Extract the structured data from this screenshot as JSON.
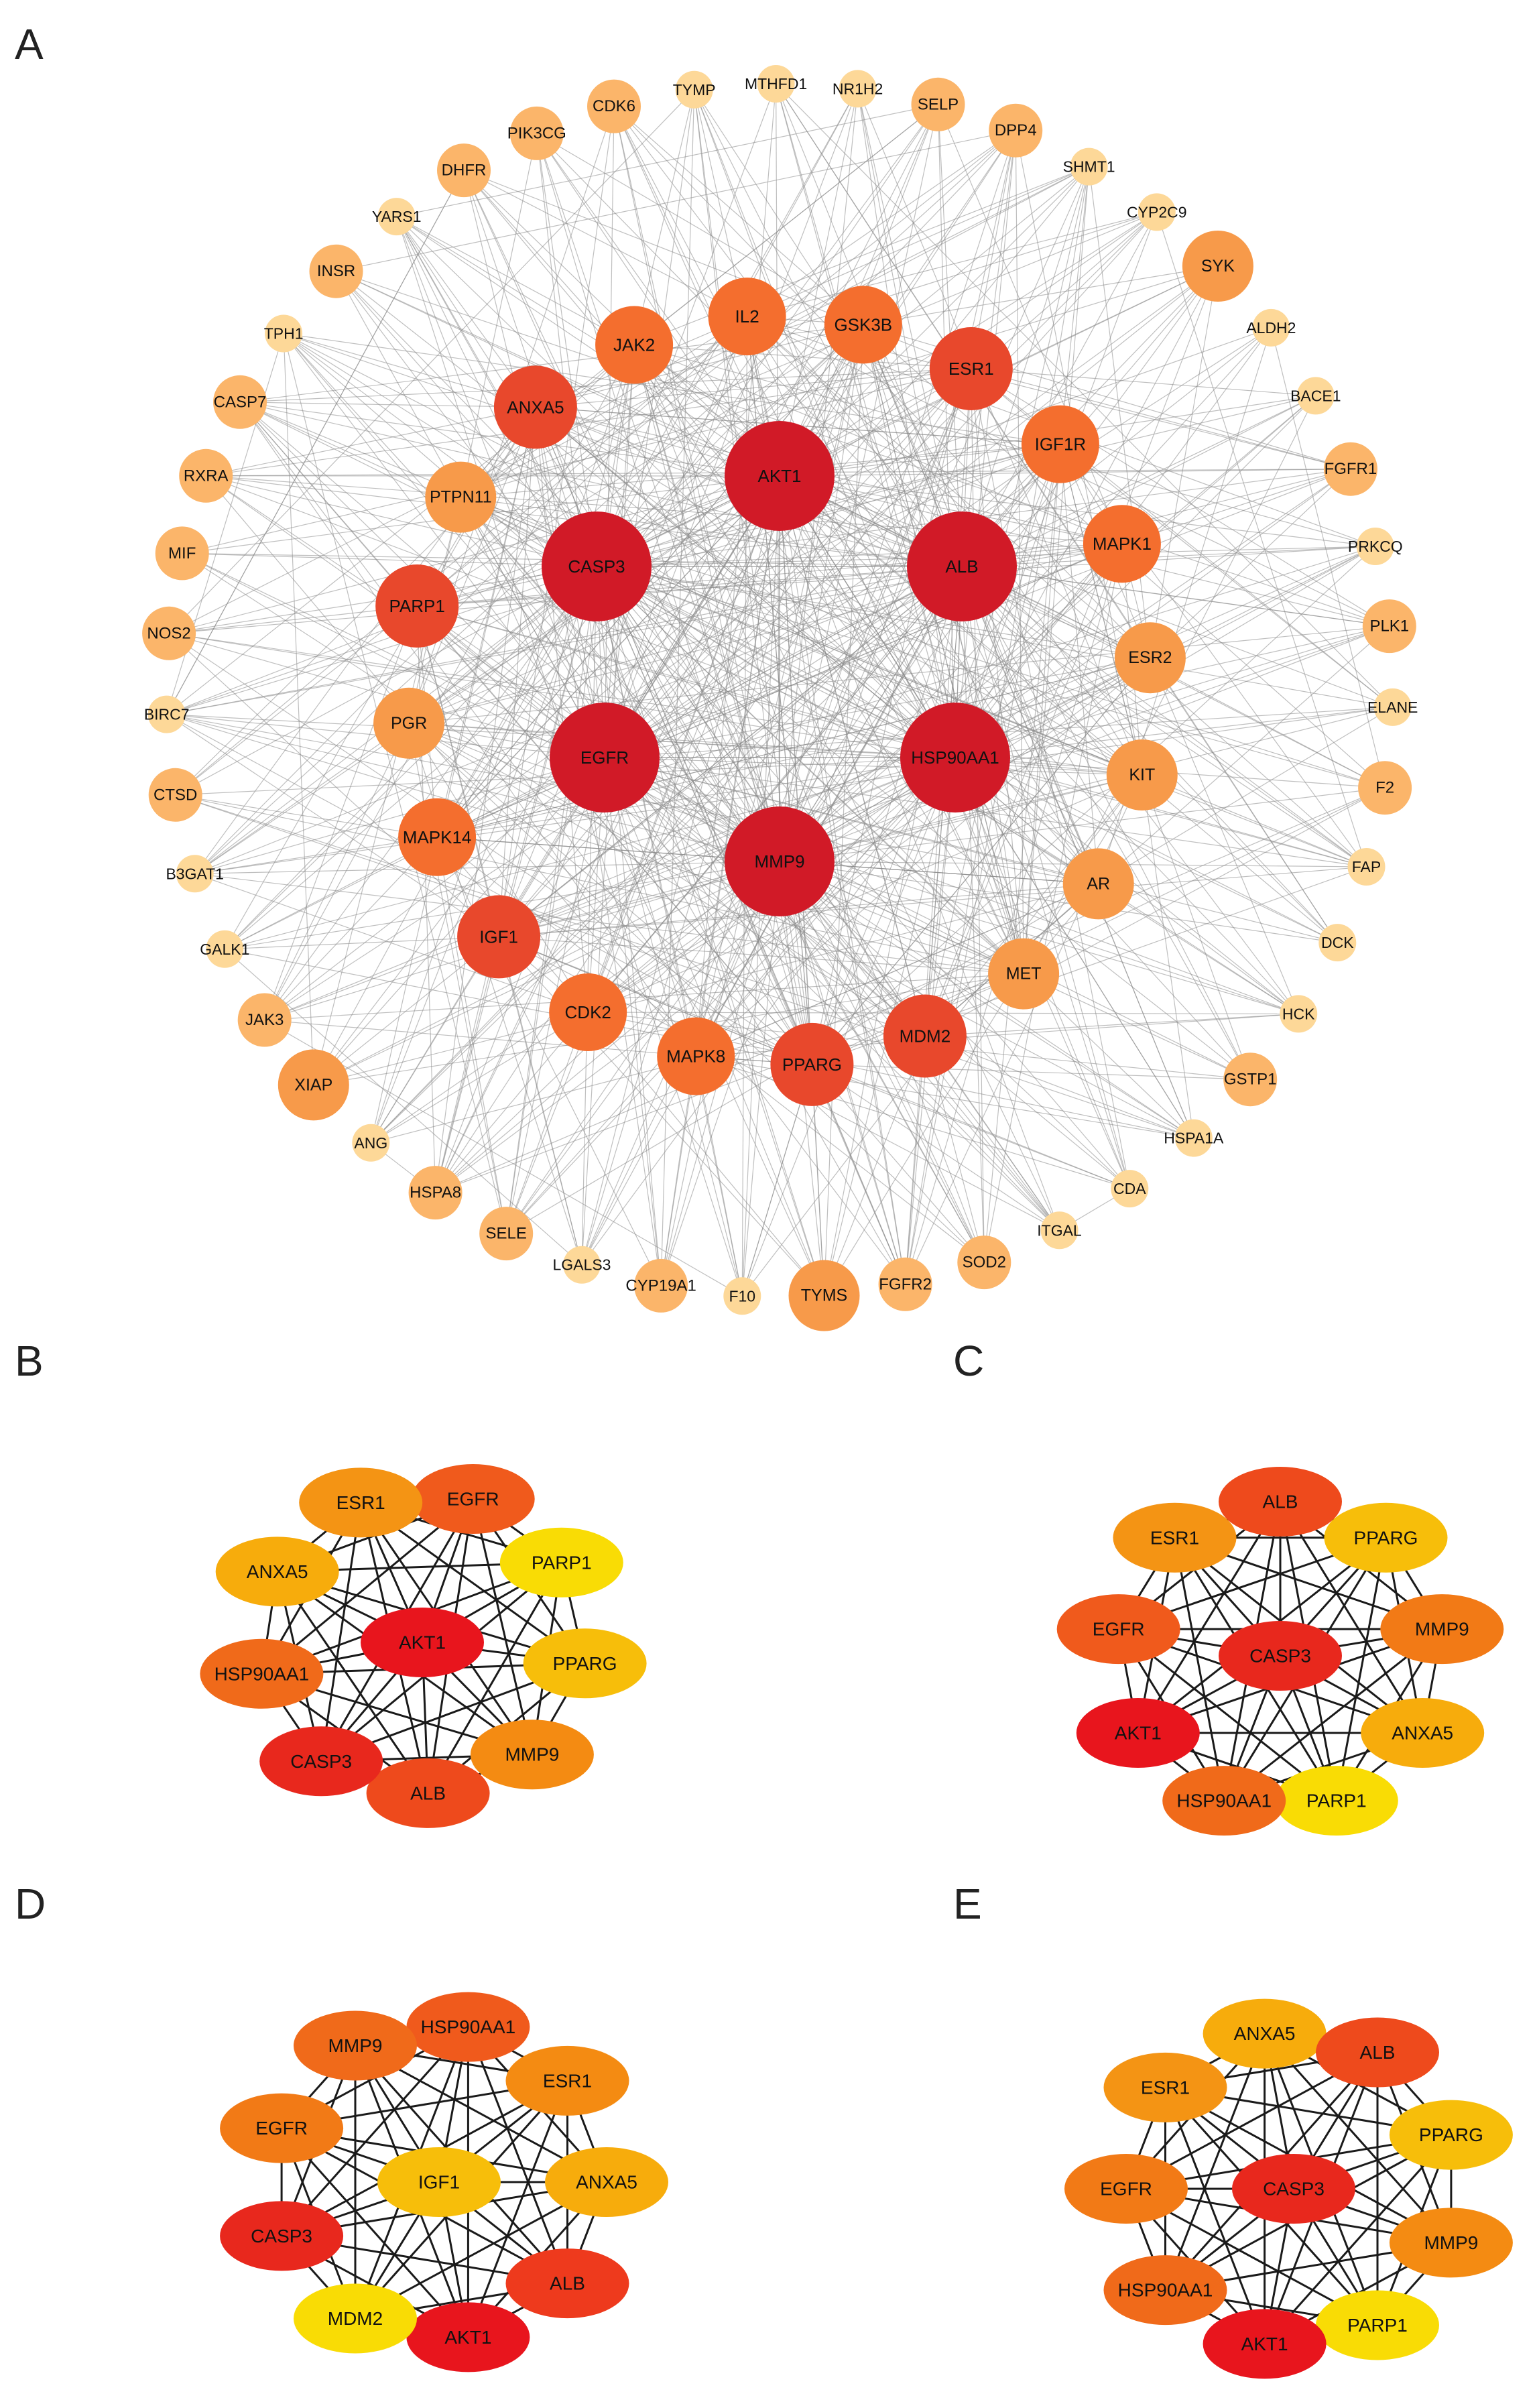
{
  "panels": {
    "A": {
      "letter": "A",
      "colors": {
        "tier1": "#d11a27",
        "tier2": "#e8482c",
        "tier3": "#f46e2e",
        "tier4": "#f79a4a",
        "tier5": "#fbb56a",
        "tier6": "#fdd898"
      },
      "core": [
        {
          "label": "AKT1",
          "tier": 1
        },
        {
          "label": "CASP3",
          "tier": 1
        },
        {
          "label": "ALB",
          "tier": 1
        },
        {
          "label": "EGFR",
          "tier": 1
        },
        {
          "label": "HSP90AA1",
          "tier": 1
        },
        {
          "label": "MMP9",
          "tier": 1
        }
      ],
      "middle": [
        {
          "label": "IL2",
          "tier": 3
        },
        {
          "label": "GSK3B",
          "tier": 3
        },
        {
          "label": "ESR1",
          "tier": 2
        },
        {
          "label": "IGF1R",
          "tier": 3
        },
        {
          "label": "MAPK1",
          "tier": 3
        },
        {
          "label": "ESR2",
          "tier": 4
        },
        {
          "label": "KIT",
          "tier": 4
        },
        {
          "label": "AR",
          "tier": 4
        },
        {
          "label": "MET",
          "tier": 4
        },
        {
          "label": "MDM2",
          "tier": 2
        },
        {
          "label": "PPARG",
          "tier": 2
        },
        {
          "label": "MAPK8",
          "tier": 3
        },
        {
          "label": "CDK2",
          "tier": 3
        },
        {
          "label": "IGF1",
          "tier": 2
        },
        {
          "label": "MAPK14",
          "tier": 3
        },
        {
          "label": "PGR",
          "tier": 4
        },
        {
          "label": "PARP1",
          "tier": 2
        },
        {
          "label": "PTPN11",
          "tier": 4
        },
        {
          "label": "ANXA5",
          "tier": 2
        },
        {
          "label": "JAK2",
          "tier": 3
        }
      ],
      "outer": [
        {
          "label": "TYMP",
          "tier": 6
        },
        {
          "label": "MTHFD1",
          "tier": 6
        },
        {
          "label": "NR1H2",
          "tier": 6
        },
        {
          "label": "SELP",
          "tier": 5
        },
        {
          "label": "DPP4",
          "tier": 5
        },
        {
          "label": "SHMT1",
          "tier": 6
        },
        {
          "label": "CYP2C9",
          "tier": 6
        },
        {
          "label": "SYK",
          "tier": 4
        },
        {
          "label": "ALDH2",
          "tier": 6
        },
        {
          "label": "BACE1",
          "tier": 6
        },
        {
          "label": "FGFR1",
          "tier": 5
        },
        {
          "label": "PRKCQ",
          "tier": 6
        },
        {
          "label": "PLK1",
          "tier": 5
        },
        {
          "label": "ELANE",
          "tier": 6
        },
        {
          "label": "F2",
          "tier": 5
        },
        {
          "label": "FAP",
          "tier": 6
        },
        {
          "label": "DCK",
          "tier": 6
        },
        {
          "label": "HCK",
          "tier": 6
        },
        {
          "label": "GSTP1",
          "tier": 5
        },
        {
          "label": "HSPA1A",
          "tier": 6
        },
        {
          "label": "CDA",
          "tier": 6
        },
        {
          "label": "ITGAL",
          "tier": 6
        },
        {
          "label": "SOD2",
          "tier": 5
        },
        {
          "label": "FGFR2",
          "tier": 5
        },
        {
          "label": "TYMS",
          "tier": 4
        },
        {
          "label": "F10",
          "tier": 6
        },
        {
          "label": "CYP19A1",
          "tier": 5
        },
        {
          "label": "LGALS3",
          "tier": 6
        },
        {
          "label": "SELE",
          "tier": 5
        },
        {
          "label": "HSPA8",
          "tier": 5
        },
        {
          "label": "ANG",
          "tier": 6
        },
        {
          "label": "XIAP",
          "tier": 4
        },
        {
          "label": "JAK3",
          "tier": 5
        },
        {
          "label": "GALK1",
          "tier": 6
        },
        {
          "label": "B3GAT1",
          "tier": 6
        },
        {
          "label": "CTSD",
          "tier": 5
        },
        {
          "label": "BIRC7",
          "tier": 6
        },
        {
          "label": "NOS2",
          "tier": 5
        },
        {
          "label": "MIF",
          "tier": 5
        },
        {
          "label": "RXRA",
          "tier": 5
        },
        {
          "label": "CASP7",
          "tier": 5
        },
        {
          "label": "TPH1",
          "tier": 6
        },
        {
          "label": "INSR",
          "tier": 5
        },
        {
          "label": "YARS1",
          "tier": 6
        },
        {
          "label": "DHFR",
          "tier": 5
        },
        {
          "label": "PIK3CG",
          "tier": 5
        },
        {
          "label": "CDK6",
          "tier": 5
        }
      ]
    },
    "B": {
      "letter": "B",
      "center": {
        "label": "AKT1",
        "color": "#e8151d"
      },
      "ring": [
        {
          "label": "EGFR",
          "color": "#f05a1c"
        },
        {
          "label": "PARP1",
          "color": "#f9dc05"
        },
        {
          "label": "PPARG",
          "color": "#f7be0a"
        },
        {
          "label": "MMP9",
          "color": "#f48b12"
        },
        {
          "label": "ALB",
          "color": "#ee4a1c"
        },
        {
          "label": "CASP3",
          "color": "#e8281d"
        },
        {
          "label": "HSP90AA1",
          "color": "#f06a1a"
        },
        {
          "label": "ANXA5",
          "color": "#f7ac0c"
        },
        {
          "label": "ESR1",
          "color": "#f49414"
        }
      ]
    },
    "C": {
      "letter": "C",
      "center": {
        "label": "CASP3",
        "color": "#e8281d"
      },
      "ring": [
        {
          "label": "ALB",
          "color": "#ee4a1c"
        },
        {
          "label": "PPARG",
          "color": "#f7be0a"
        },
        {
          "label": "MMP9",
          "color": "#f27a16"
        },
        {
          "label": "ANXA5",
          "color": "#f7ac0c"
        },
        {
          "label": "PARP1",
          "color": "#f9dc05"
        },
        {
          "label": "HSP90AA1",
          "color": "#f06a1a"
        },
        {
          "label": "AKT1",
          "color": "#e8151d"
        },
        {
          "label": "EGFR",
          "color": "#f05a1c"
        },
        {
          "label": "ESR1",
          "color": "#f49414"
        }
      ]
    },
    "D": {
      "letter": "D",
      "center": {
        "label": "IGF1",
        "color": "#f7be0a"
      },
      "ring": [
        {
          "label": "HSP90AA1",
          "color": "#f05a1c"
        },
        {
          "label": "ESR1",
          "color": "#f48b12"
        },
        {
          "label": "ANXA5",
          "color": "#f7ac0c"
        },
        {
          "label": "ALB",
          "color": "#ee3a1d"
        },
        {
          "label": "AKT1",
          "color": "#e8151d"
        },
        {
          "label": "MDM2",
          "color": "#f9dc05"
        },
        {
          "label": "CASP3",
          "color": "#e8281d"
        },
        {
          "label": "EGFR",
          "color": "#f27a16"
        },
        {
          "label": "MMP9",
          "color": "#f06a1a"
        }
      ]
    },
    "E": {
      "letter": "E",
      "center": {
        "label": "CASP3",
        "color": "#e8281d"
      },
      "ring": [
        {
          "label": "ANXA5",
          "color": "#f7ac0c"
        },
        {
          "label": "ALB",
          "color": "#ee4a1c"
        },
        {
          "label": "PPARG",
          "color": "#f7be0a"
        },
        {
          "label": "MMP9",
          "color": "#f48b12"
        },
        {
          "label": "PARP1",
          "color": "#f9dc05"
        },
        {
          "label": "AKT1",
          "color": "#e8151d"
        },
        {
          "label": "HSP90AA1",
          "color": "#f06a1a"
        },
        {
          "label": "EGFR",
          "color": "#f27a16"
        },
        {
          "label": "ESR1",
          "color": "#f49414"
        }
      ]
    }
  }
}
